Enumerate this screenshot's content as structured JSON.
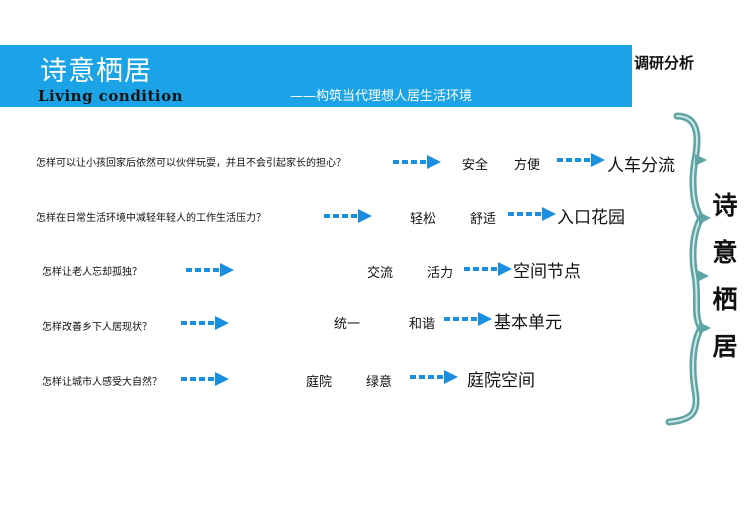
{
  "header": {
    "title_cn": "诗意栖居",
    "title_en": "Living condition",
    "subtitle": "——构筑当代理想人居生活环境",
    "section_tag": "调研分析"
  },
  "rows": [
    {
      "question": "怎样可以让小孩回家后依然可以伙伴玩耍，并且不会引起家长的担心？",
      "kw1": "安全",
      "kw2": "方便",
      "result": "人车分流"
    },
    {
      "question": "怎样在日常生活环境中减轻年轻人的工作生活压力？",
      "kw1": "轻松",
      "kw2": "舒适",
      "result": "入口花园"
    },
    {
      "question": "怎样让老人忘却孤独？",
      "kw1": "交流",
      "kw2": "活力",
      "result": "空间节点"
    },
    {
      "question": "怎样改善乡下人居现状？",
      "kw1": "统一",
      "kw2": "和谐",
      "result": "基本单元"
    },
    {
      "question": "怎样让城市人感受大自然？",
      "kw1": "庭院",
      "kw2": "绿意",
      "result": "庭院空间"
    }
  ],
  "side_title": [
    "诗",
    "意",
    "栖",
    "居"
  ],
  "colors": {
    "accent": "#1aa3e6",
    "arrow": "#1a8fe0",
    "bracket": "#5fa3a5"
  }
}
